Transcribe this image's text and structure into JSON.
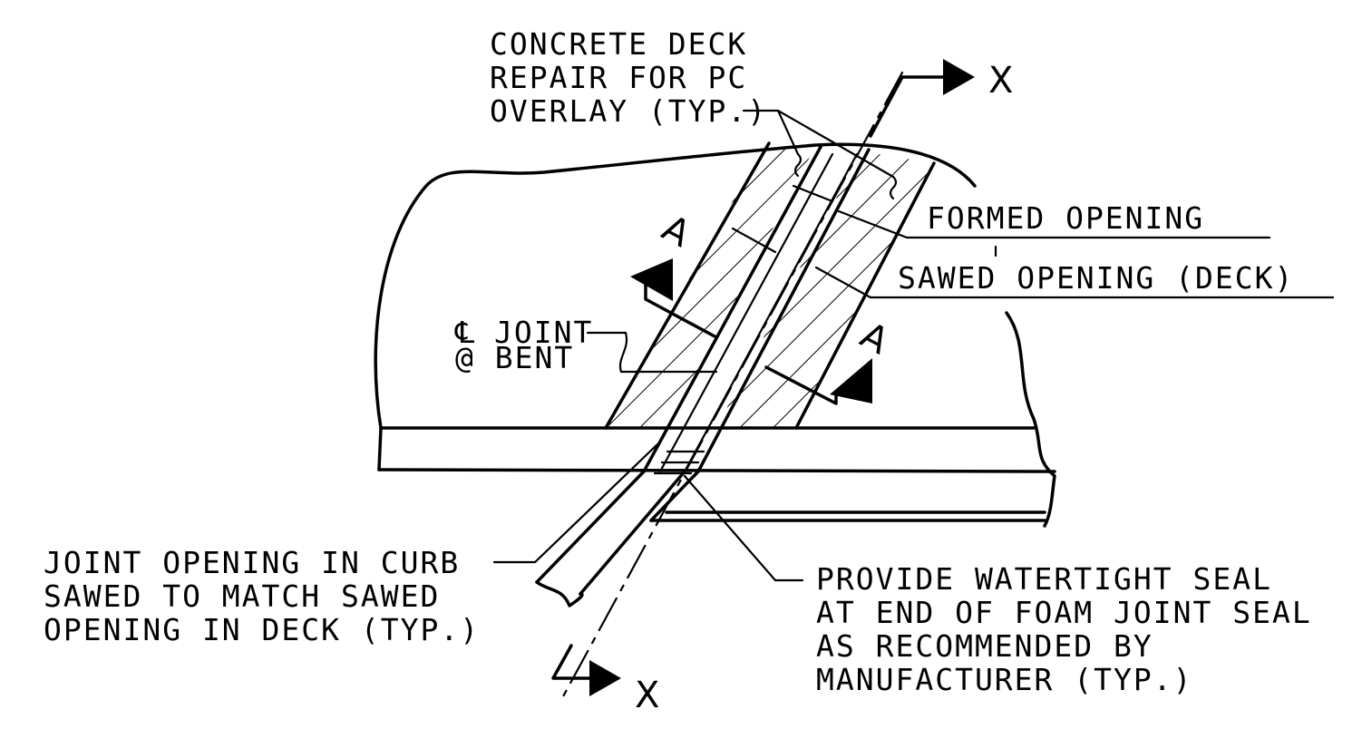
{
  "labels": {
    "repair_1": "CONCRETE DECK",
    "repair_2": "REPAIR FOR PC",
    "repair_3": "OVERLAY (TYP.)",
    "formed": "FORMED OPENING",
    "sawed": "SAWED OPENING (DECK)",
    "cl_joint": "JOINT",
    "cl_bent": "@ BENT",
    "curb_1": "JOINT OPENING IN CURB",
    "curb_2": "SAWED TO MATCH SAWED",
    "curb_3": "OPENING IN DECK (TYP.)",
    "seal_1": "PROVIDE WATERTIGHT SEAL",
    "seal_2": "AT END OF FOAM JOINT SEAL",
    "seal_3": "AS RECOMMENDED BY",
    "seal_4": "MANUFACTURER (TYP.)",
    "section_x": "X",
    "section_a": "A"
  },
  "colors": {
    "ink": "#000000",
    "paper": "#ffffff"
  }
}
